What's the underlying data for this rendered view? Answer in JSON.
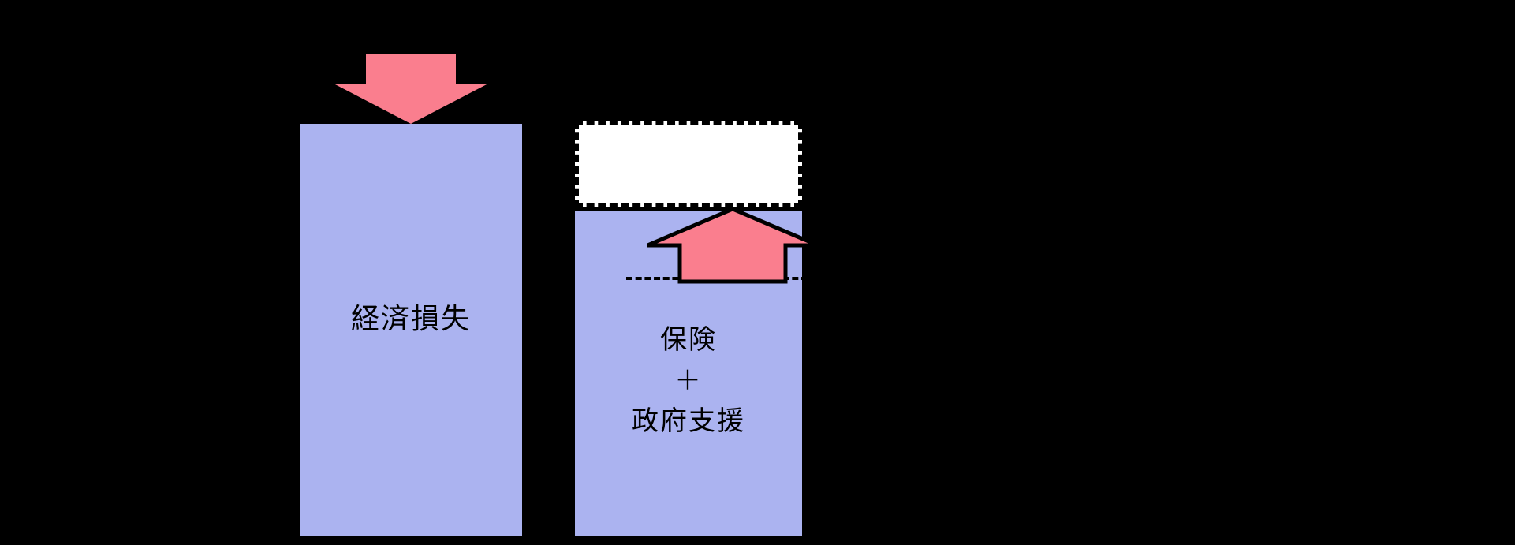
{
  "diagram": {
    "colors": {
      "background": "#000000",
      "bar_fill": "#ABB3F0",
      "arrow_fill": "#FA7E8E",
      "arrow_outline": "#000000",
      "gap_fill": "#FFFFFF",
      "dash_color": "#000000",
      "text_color": "#000000"
    },
    "left_bar": {
      "label": "経済損失"
    },
    "right_bar": {
      "label_lines": [
        "保険",
        "＋",
        "政府支援"
      ]
    }
  }
}
